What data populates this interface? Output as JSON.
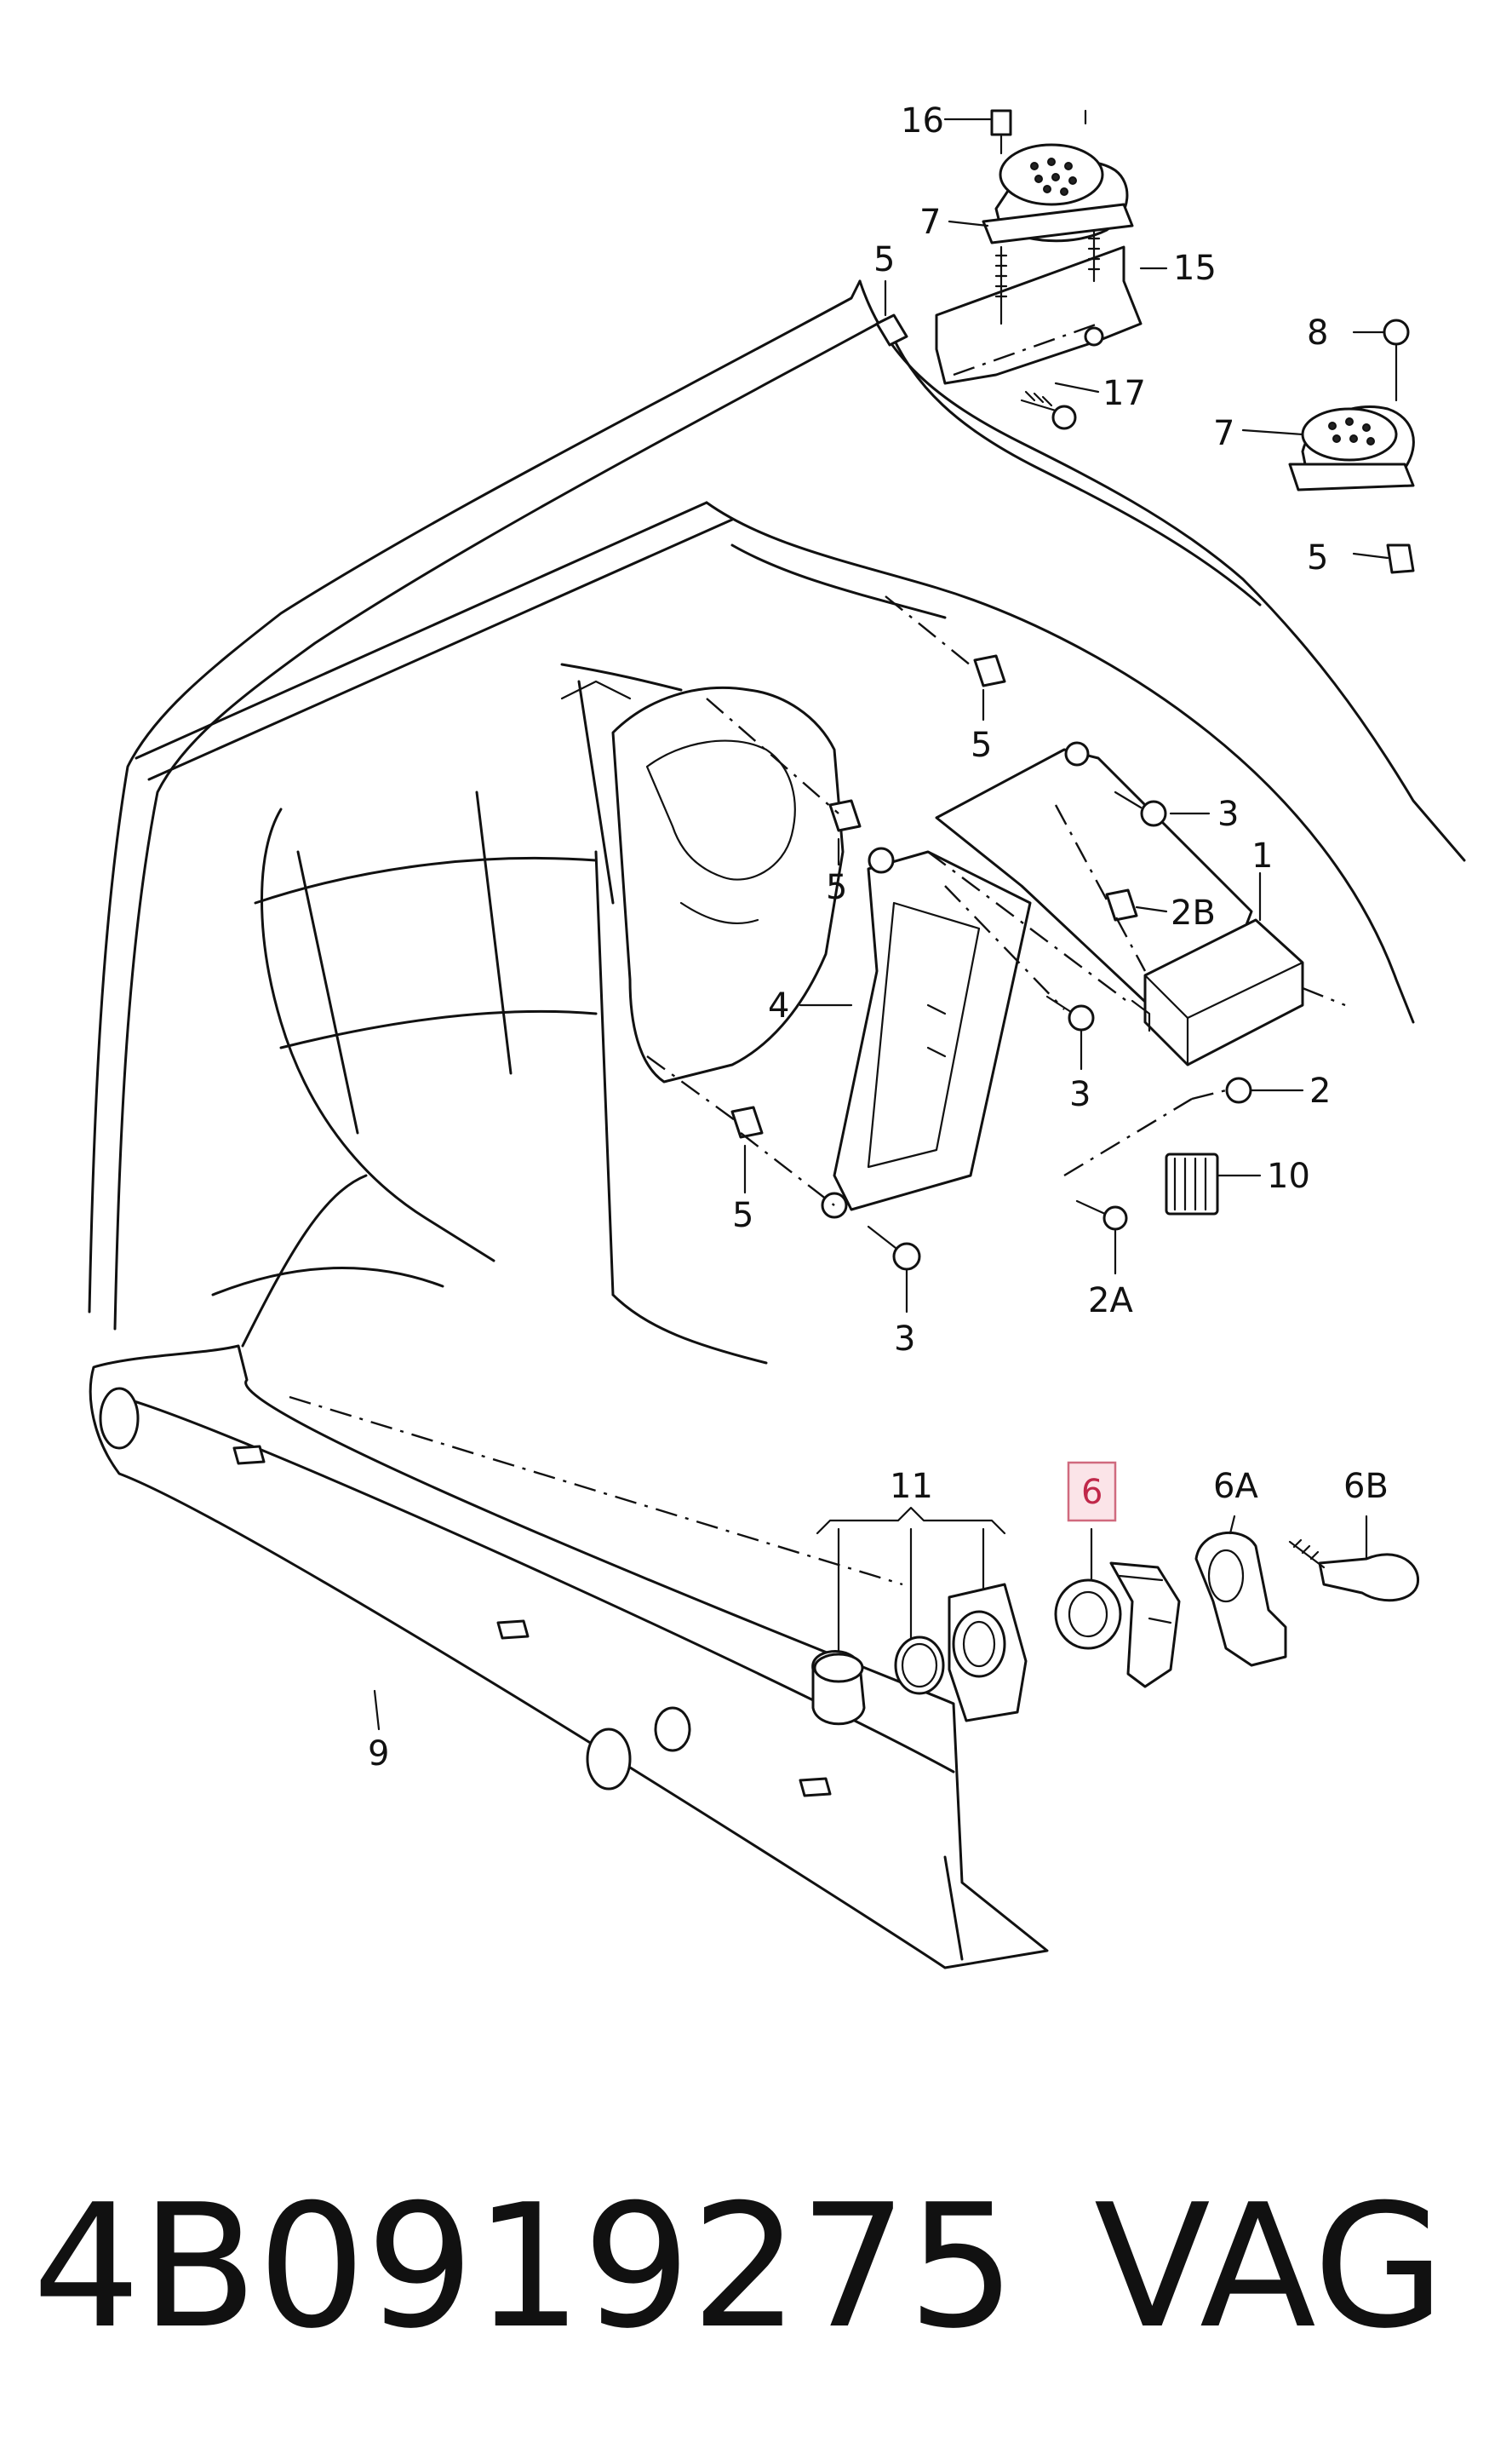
{
  "callouts": {
    "c16": "16",
    "c7a": "7",
    "c15": "15",
    "c5a": "5",
    "c17": "17",
    "c8": "8",
    "c7b": "7",
    "c5b": "5",
    "c5c": "5",
    "c3a": "3",
    "c1": "1",
    "c5d": "5",
    "c2B": "2B",
    "c4": "4",
    "c3b": "3",
    "c2": "2",
    "c10": "10",
    "c5e": "5",
    "c2A": "2A",
    "c3c": "3",
    "c11": "11",
    "c6": "6",
    "c6A": "6A",
    "c6B": "6B",
    "c9": "9"
  },
  "highlighted_part": "6",
  "colors": {
    "highlight_fill": "#fbe4e8",
    "highlight_stroke": "#d06a7e",
    "line": "#111111"
  },
  "footer": {
    "part_number": "4B0919275",
    "brand": "VAG"
  }
}
